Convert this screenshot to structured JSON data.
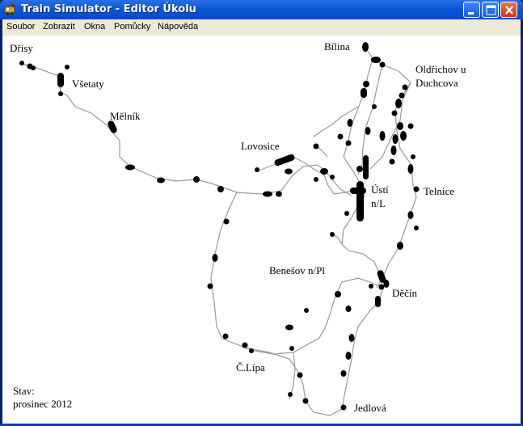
{
  "window": {
    "title": "Train Simulator - Editor Úkolu",
    "icon": "train-app-icon",
    "controls": {
      "minimize": "minimize-icon",
      "maximize": "maximize-icon",
      "close": "close-icon"
    }
  },
  "menu": {
    "items": [
      "Soubor",
      "Zobrazit",
      "Okna",
      "Pomůcky",
      "Nápověda"
    ]
  },
  "map": {
    "stations": {
      "drisy": "Dřísy",
      "vsetaty": "Všetaty",
      "melnik": "Mělník",
      "bilina": "Bílina",
      "oldrichov_1": "Oldřichov u",
      "oldrichov_2": "Duchcova",
      "lovosice": "Lovosice",
      "usti_1": "Ústí",
      "usti_2": "n/L",
      "telnice": "Telnice",
      "benesov": "Benešov n/Pl",
      "decin": "Děčín",
      "ceska_lipa": "Č.Lípa",
      "jedlova": "Jedlová"
    },
    "status_label": "Stav:",
    "status_value": "prosinec 2012"
  },
  "colors": {
    "titlebar": "#0a58d6",
    "menubar": "#ece9d8",
    "track": "#9a9a9a",
    "station_marker": "#000000"
  }
}
